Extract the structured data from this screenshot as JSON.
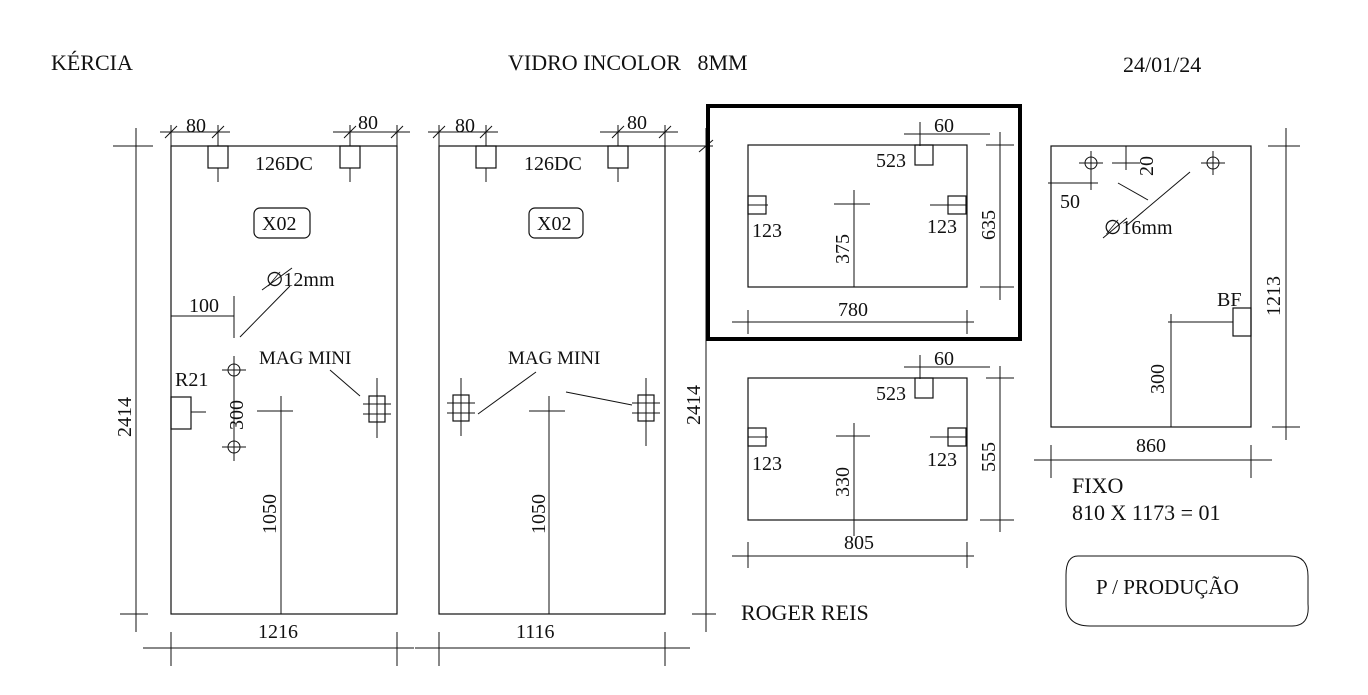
{
  "header": {
    "client": "KÉRCIA",
    "material": "VIDRO INCOLOR   8MM",
    "date": "24/01/24"
  },
  "panel1": {
    "width": "1216",
    "height": "2414",
    "top_left_dim": "80",
    "top_right_dim": "80",
    "hinge_label": "126DC",
    "code_label": "X02",
    "hole_label": "∅12mm",
    "dim_100": "100",
    "hardware_label": "MAG MINI",
    "handle_label": "R21",
    "dim_300": "300",
    "dim_1050": "1050"
  },
  "panel2": {
    "width": "1116",
    "height": "2414",
    "top_left_dim": "80",
    "top_right_dim": "80",
    "hinge_label": "126DC",
    "code_label": "X02",
    "hardware_label": "MAG MINI",
    "dim_1050": "1050"
  },
  "panel3": {
    "width": "780",
    "height": "635",
    "dim_60": "60",
    "dim_523": "523",
    "left_label": "123",
    "right_label": "123",
    "dim_375": "375"
  },
  "panel4": {
    "width": "805",
    "height": "555",
    "dim_60": "60",
    "dim_523": "523",
    "left_label": "123",
    "right_label": "123",
    "dim_330": "330"
  },
  "panel5": {
    "width": "860",
    "height": "1213",
    "dim_20": "20",
    "dim_50": "50",
    "hole_label": "∅16mm",
    "bf_label": "BF",
    "dim_300": "300",
    "fixed_label": "FIXO",
    "fixed_spec": "810 X 1173 = 01"
  },
  "footer": {
    "author": "ROGER REIS",
    "stamp": "P / PRODUÇÃO"
  }
}
